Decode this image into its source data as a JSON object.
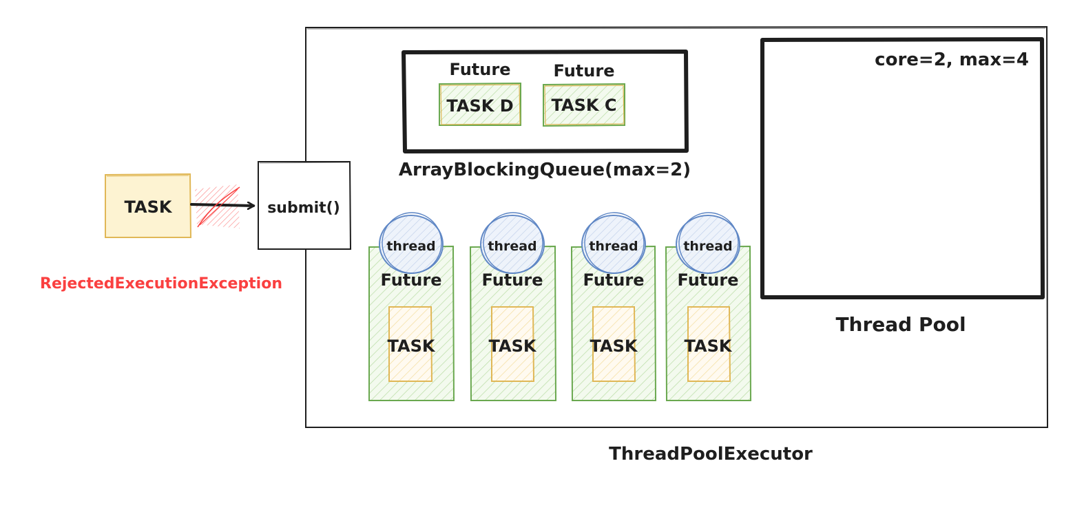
{
  "diagram": {
    "incoming_task": "TASK",
    "submit": "submit()",
    "exception": "RejectedExecutionException",
    "queue": {
      "label": "ArrayBlockingQueue(max=2)",
      "items": [
        {
          "future": "Future",
          "task": "TASK D"
        },
        {
          "future": "Future",
          "task": "TASK C"
        }
      ]
    },
    "workers": [
      {
        "thread": "thread",
        "future": "Future",
        "task": "TASK"
      },
      {
        "thread": "thread",
        "future": "Future",
        "task": "TASK"
      },
      {
        "thread": "thread",
        "future": "Future",
        "task": "TASK"
      },
      {
        "thread": "thread",
        "future": "Future",
        "task": "TASK"
      }
    ],
    "pool": {
      "config": "core=2, max=4",
      "label": "Thread Pool"
    },
    "executor_label": "ThreadPoolExecutor",
    "colors": {
      "stroke": "#1e1e1e",
      "task_fill": "#fdf3d2",
      "task_stroke": "#e0b756",
      "future_fill": "#eef8e6",
      "future_stroke": "#6aa84f",
      "thread_stroke": "#5b84c4",
      "thread_fill": "#dfe8f7",
      "exception": "#fa4040"
    }
  }
}
